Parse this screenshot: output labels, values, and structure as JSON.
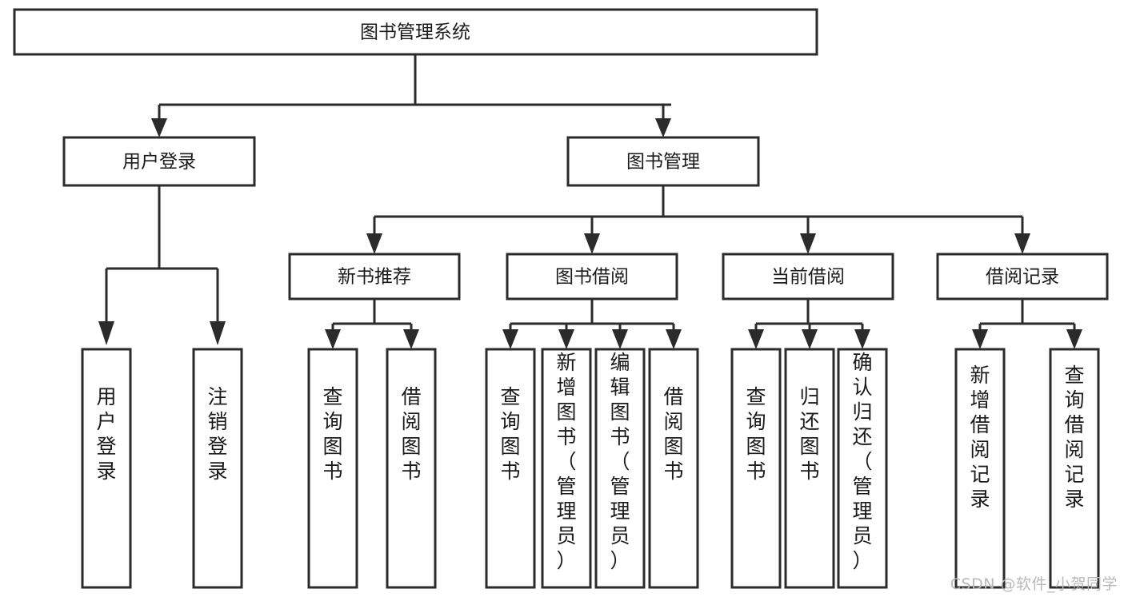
{
  "diagram": {
    "title": "图书管理系统",
    "watermark": "CSDN @软件_小贺同学",
    "type": "tree-hierarchy-chart",
    "colors": {
      "stroke": "#2b2b2b",
      "fill": "#ffffff",
      "text": "#1a1a1a",
      "watermark": "#b9b9b9"
    },
    "root": {
      "label": "图书管理系统"
    },
    "level2": [
      {
        "id": "user-login",
        "label": "用户登录"
      },
      {
        "id": "book-management",
        "label": "图书管理"
      }
    ],
    "level3": [
      {
        "id": "new-book-recommend",
        "label": "新书推荐",
        "parent": "book-management"
      },
      {
        "id": "book-borrow",
        "label": "图书借阅",
        "parent": "book-management"
      },
      {
        "id": "current-borrow",
        "label": "当前借阅",
        "parent": "book-management"
      },
      {
        "id": "borrow-record",
        "label": "借阅记录",
        "parent": "book-management"
      }
    ],
    "leaves": {
      "user-login": [
        {
          "id": "leaf-user-login",
          "label": "用户登录"
        },
        {
          "id": "leaf-logout",
          "label": "注销登录"
        }
      ],
      "new-book-recommend": [
        {
          "id": "leaf-query-book-1",
          "label": "查询图书"
        },
        {
          "id": "leaf-borrow-book-1",
          "label": "借阅图书"
        }
      ],
      "book-borrow": [
        {
          "id": "leaf-query-book-2",
          "label": "查询图书"
        },
        {
          "id": "leaf-add-book",
          "label": "新增图书（管理员）"
        },
        {
          "id": "leaf-edit-book",
          "label": "编辑图书（管理员）"
        },
        {
          "id": "leaf-borrow-book-2",
          "label": "借阅图书"
        }
      ],
      "current-borrow": [
        {
          "id": "leaf-query-book-3",
          "label": "查询图书"
        },
        {
          "id": "leaf-return-book",
          "label": "归还图书"
        },
        {
          "id": "leaf-confirm-return",
          "label": "确认归还（管理员）"
        }
      ],
      "borrow-record": [
        {
          "id": "leaf-add-record",
          "label": "新增借阅记录"
        },
        {
          "id": "leaf-query-record",
          "label": "查询借阅记录"
        }
      ]
    }
  }
}
